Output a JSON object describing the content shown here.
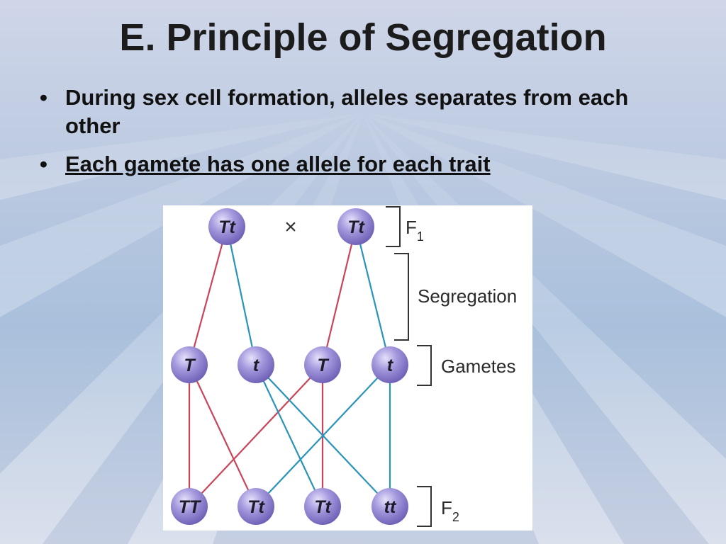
{
  "slide": {
    "title": "E.  Principle of Segregation",
    "bullets": [
      {
        "text": "During sex cell formation, alleles separates from each other",
        "underline": false
      },
      {
        "text": "Each gamete has one allele for each trait",
        "underline": true
      }
    ]
  },
  "diagram": {
    "cross_symbol": "×",
    "parents": [
      "Tt",
      "Tt"
    ],
    "gametes": [
      "T",
      "t",
      "T",
      "t"
    ],
    "offspring": [
      "TT",
      "Tt",
      "Tt",
      "tt"
    ],
    "labels": {
      "f1_letter": "F",
      "f1_sub": "1",
      "segregation": "Segregation",
      "gametes": "Gametes",
      "f2_letter": "F",
      "f2_sub": "2"
    },
    "colors": {
      "dominant_line": "#c8455a",
      "recessive_line": "#2a93b8",
      "node": "#8f82cf",
      "background": "#ffffff"
    }
  }
}
